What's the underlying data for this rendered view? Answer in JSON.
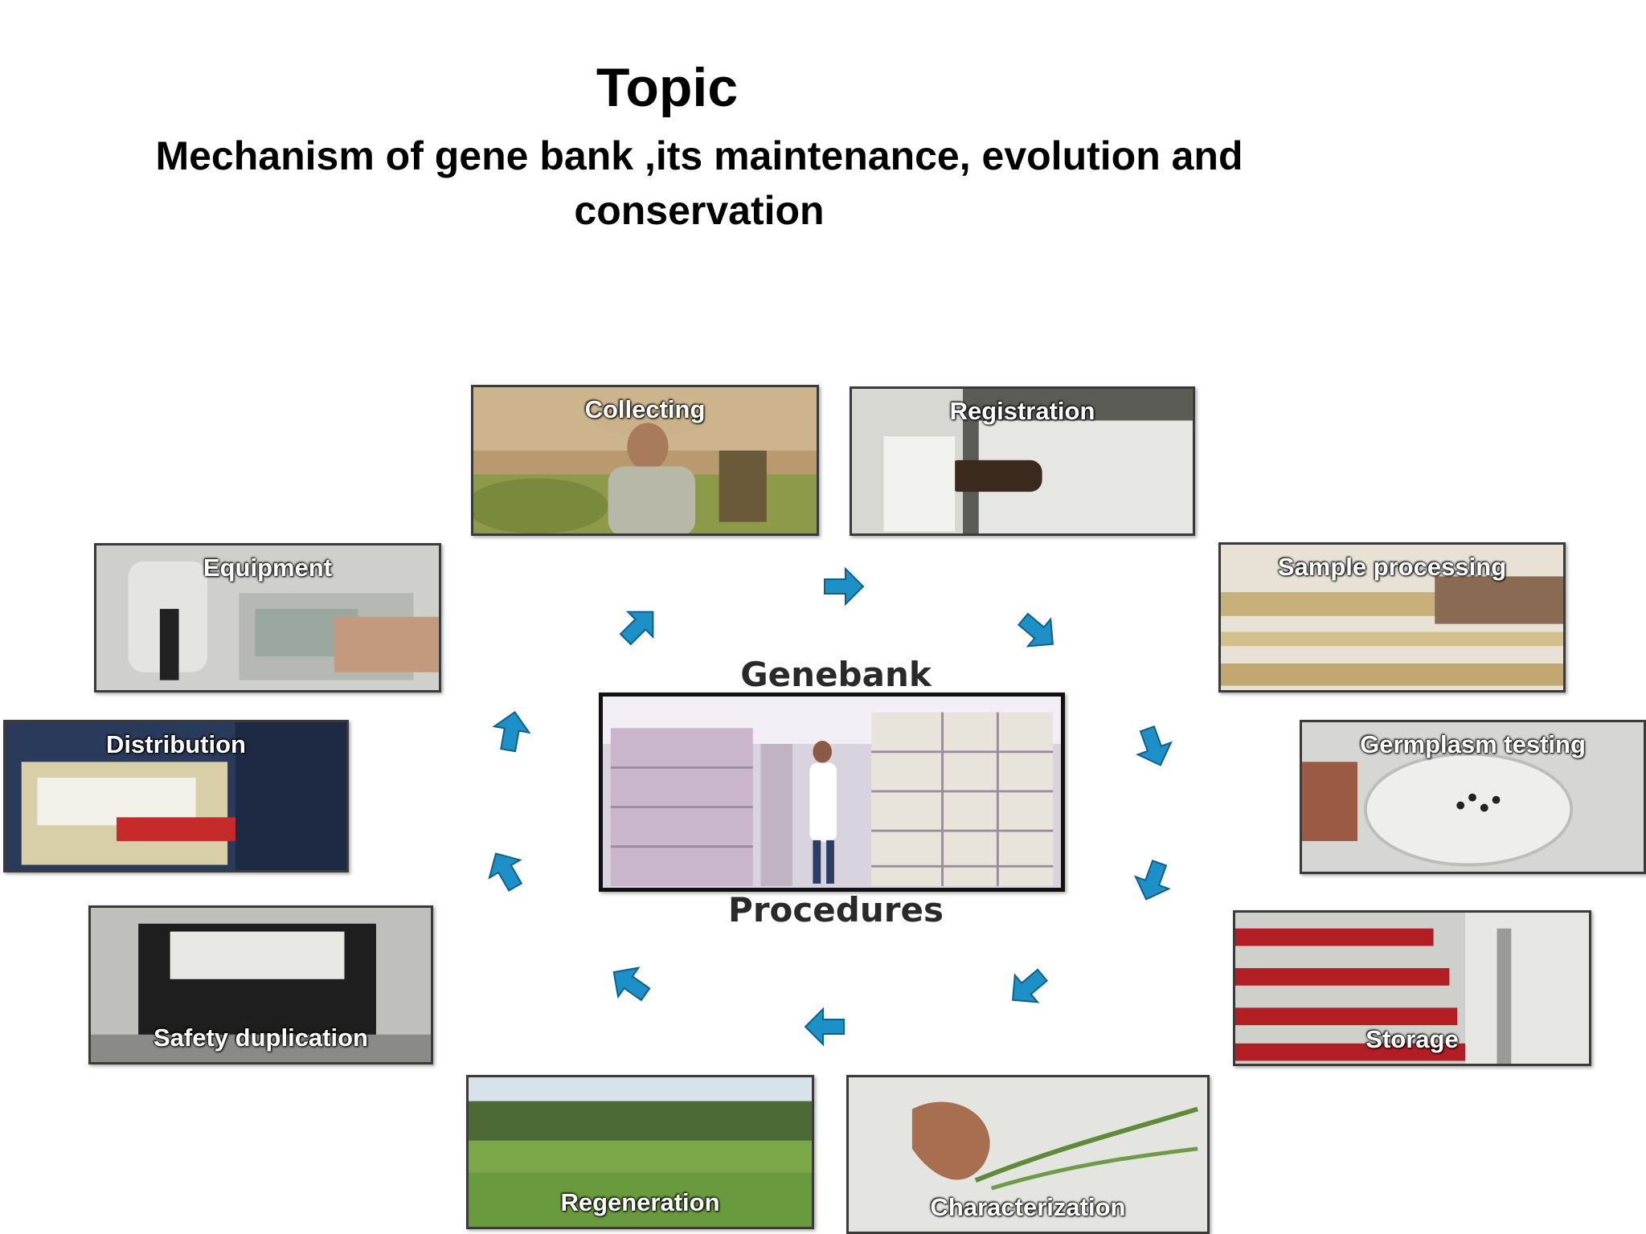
{
  "title": "Topic",
  "subtitle_line1": "Mechanism of gene bank ,its maintenance, evolution and",
  "subtitle_line2": "conservation",
  "diagram": {
    "center_top": "Genebank",
    "center_bottom": "Procedures",
    "steps": [
      {
        "id": "collecting",
        "label": "Collecting"
      },
      {
        "id": "registration",
        "label": "Registration"
      },
      {
        "id": "sample_processing",
        "label": "Sample processing"
      },
      {
        "id": "germplasm_testing",
        "label": "Germplasm testing"
      },
      {
        "id": "storage",
        "label": "Storage"
      },
      {
        "id": "characterization",
        "label": "Characterization"
      },
      {
        "id": "regeneration",
        "label": "Regeneration"
      },
      {
        "id": "safety_duplication",
        "label": "Safety duplication"
      },
      {
        "id": "distribution",
        "label": "Distribution"
      },
      {
        "id": "equipment",
        "label": "Equipment"
      }
    ],
    "arrow_color": "#1e90c8"
  }
}
